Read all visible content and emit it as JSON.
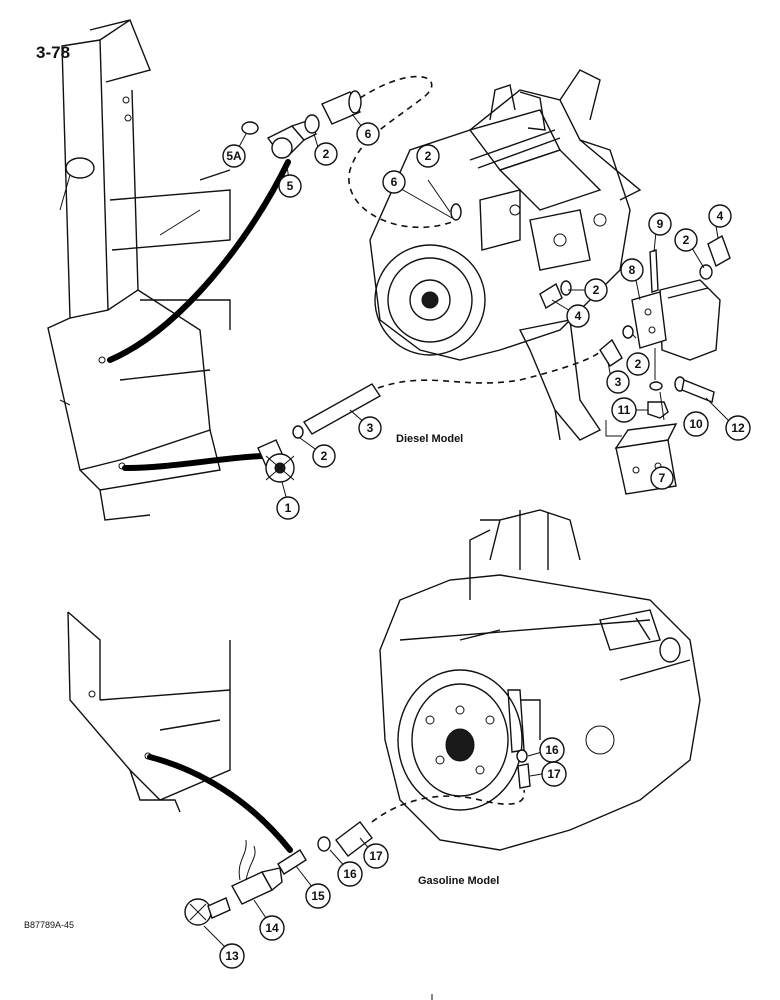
{
  "page": {
    "number": "3-78",
    "figure_code": "B87789A-45"
  },
  "models": {
    "diesel": "Diesel Model",
    "gasoline": "Gasoline Model"
  },
  "callouts": [
    {
      "id": "5A",
      "label": "5A"
    },
    {
      "id": "5",
      "label": "5"
    },
    {
      "id": "2a",
      "label": "2"
    },
    {
      "id": "6a",
      "label": "6"
    },
    {
      "id": "2b",
      "label": "2"
    },
    {
      "id": "6b",
      "label": "6"
    },
    {
      "id": "2c",
      "label": "2"
    },
    {
      "id": "4a",
      "label": "4"
    },
    {
      "id": "8",
      "label": "8"
    },
    {
      "id": "9",
      "label": "9"
    },
    {
      "id": "2d",
      "label": "2"
    },
    {
      "id": "4b",
      "label": "4"
    },
    {
      "id": "2e",
      "label": "2"
    },
    {
      "id": "3a",
      "label": "3"
    },
    {
      "id": "11",
      "label": "11"
    },
    {
      "id": "10",
      "label": "10"
    },
    {
      "id": "12",
      "label": "12"
    },
    {
      "id": "7",
      "label": "7"
    },
    {
      "id": "3b",
      "label": "3"
    },
    {
      "id": "2f",
      "label": "2"
    },
    {
      "id": "1",
      "label": "1"
    },
    {
      "id": "16a",
      "label": "16"
    },
    {
      "id": "17a",
      "label": "17"
    },
    {
      "id": "17b",
      "label": "17"
    },
    {
      "id": "16b",
      "label": "16"
    },
    {
      "id": "15",
      "label": "15"
    },
    {
      "id": "14",
      "label": "14"
    },
    {
      "id": "13",
      "label": "13"
    }
  ]
}
